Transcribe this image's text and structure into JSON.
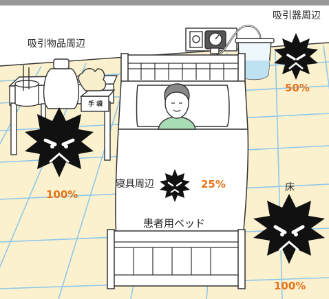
{
  "labels": {
    "aspirator_area": "吸引器周辺",
    "suction_supplies_area": "吸引物品周辺",
    "bedding_area": "寝具周辺",
    "patient_bed": "患者用ベッド",
    "floor": "床",
    "gloves_box": "手 袋"
  },
  "contamination": {
    "aspirator_area": "50%",
    "suction_supplies_area": "100%",
    "bedding_area": "25%",
    "floor": "100%"
  },
  "colors": {
    "percent_text": "#e8731a",
    "germ": "#111111",
    "floor_tile": "#fbf1cf",
    "floor_grid": "#8ec7e8",
    "wall": "#ffffff",
    "top_bar": "#999999",
    "patient_shirt": "#a8dcb4"
  },
  "icons": [
    "germ-icon",
    "aspirator-icon",
    "gloves-icon",
    "patient-icon",
    "bed-icon"
  ]
}
